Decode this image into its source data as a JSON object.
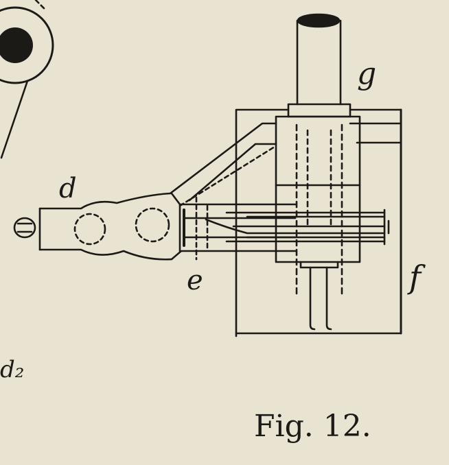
{
  "figure": {
    "caption": "Fig. 12.",
    "labels": {
      "d": "d",
      "e": "e",
      "f": "f",
      "g": "g",
      "d2": "d₂"
    }
  },
  "colors": {
    "paper": "#e9e3d2",
    "ink": "#1c1a17"
  }
}
